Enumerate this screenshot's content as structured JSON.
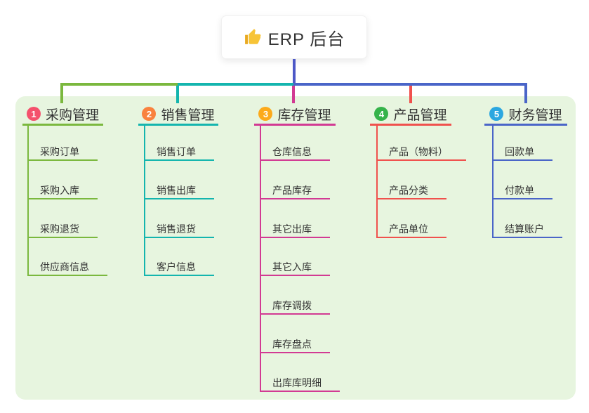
{
  "canvas": {
    "background": "#ffffff",
    "panel_color": "#e7f5df",
    "text_color": "#333333"
  },
  "root": {
    "title": "ERP 后台",
    "icon": "thumbs-up-icon",
    "icon_color": "#f7c437",
    "connector_color": "#4d58c7"
  },
  "branches": [
    {
      "badge": "1",
      "badge_color": "#f4516c",
      "line_color": "#7bb83e",
      "label": "采购管理",
      "children": [
        "采购订单",
        "采购入库",
        "采购退货",
        "供应商信息"
      ]
    },
    {
      "badge": "2",
      "badge_color": "#f9823e",
      "line_color": "#14b5ae",
      "label": "销售管理",
      "children": [
        "销售订单",
        "销售出库",
        "销售退货",
        "客户信息"
      ]
    },
    {
      "badge": "3",
      "badge_color": "#fcaa1b",
      "line_color": "#d23a93",
      "label": "库存管理",
      "children": [
        "仓库信息",
        "产品库存",
        "其它出库",
        "其它入库",
        "库存调拨",
        "库存盘点",
        "出库库明细"
      ]
    },
    {
      "badge": "4",
      "badge_color": "#35b34a",
      "line_color": "#f0514d",
      "label": "产品管理",
      "children": [
        "产品（物料）",
        "产品分类",
        "产品单位"
      ]
    },
    {
      "badge": "5",
      "badge_color": "#2ba7e0",
      "line_color": "#4a65c8",
      "label": "财务管理",
      "children": [
        "回款单",
        "付款单",
        "结算账户"
      ]
    }
  ]
}
